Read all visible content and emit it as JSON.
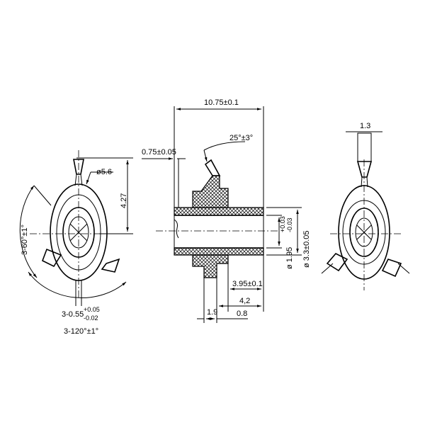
{
  "dimensions": {
    "overall_length": "10.75±0.1",
    "flange_thickness": "0.75±0.05",
    "angle": "25°±3°",
    "bore_diameter_label": "ø 1.95",
    "bore_tol_upper": "+0.03",
    "bore_tol_lower": "-0.03",
    "outer_diameter": "ø 3.3±0.05",
    "hub_length": "3.95±0.1",
    "length_4_2": "4,2",
    "length_0_8": "0.8",
    "length_1_9": "1.9",
    "tab_width": "1.3",
    "diameter_5_6": "ø5.6",
    "height_4_27": "4.27",
    "angle_3_60": "3-60°±1°",
    "slot_width": "3-0.55",
    "slot_tol_upper": "+0.05",
    "slot_tol_lower": "-0.02",
    "angle_3_120": "3-120°±1°"
  }
}
